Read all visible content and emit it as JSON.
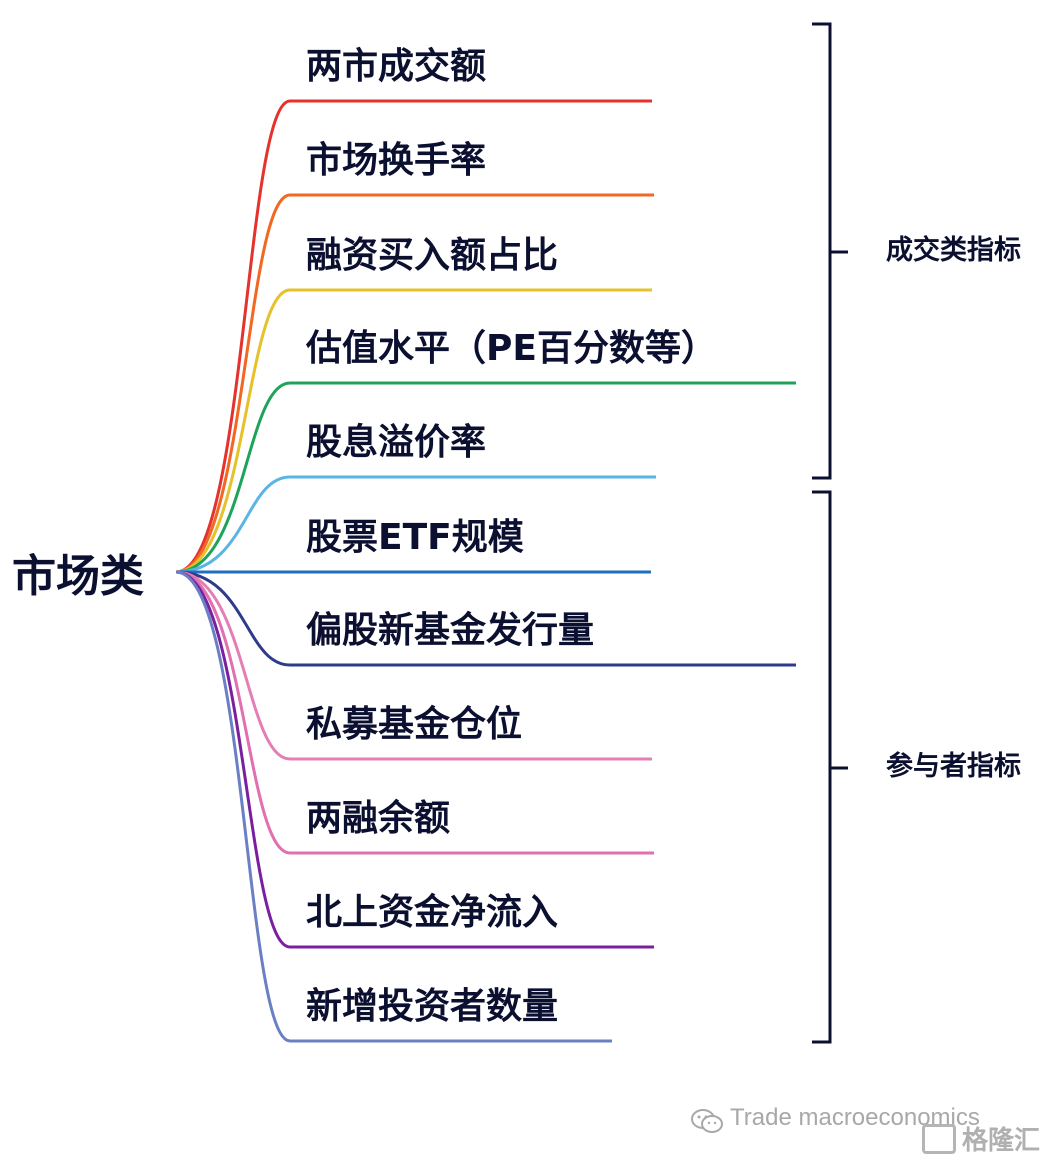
{
  "root": {
    "label": "市场类"
  },
  "branches": [
    {
      "label": "两市成交额",
      "color": "#e5322d"
    },
    {
      "label": "市场换手率",
      "color": "#f26722"
    },
    {
      "label": "融资买入额占比",
      "color": "#e6c12a"
    },
    {
      "label": "估值水平（PE百分数等）",
      "color": "#1fa35b"
    },
    {
      "label": "股息溢价率",
      "color": "#5ab4e6"
    },
    {
      "label": "股票ETF规模",
      "color": "#1f6fbf"
    },
    {
      "label": "偏股新基金发行量",
      "color": "#2e3a8c"
    },
    {
      "label": "私募基金仓位",
      "color": "#e47fb5"
    },
    {
      "label": "两融余额",
      "color": "#e070b0"
    },
    {
      "label": "北上资金净流入",
      "color": "#7a1fa0"
    },
    {
      "label": "新增投资者数量",
      "color": "#6a7fc4"
    }
  ],
  "groups": [
    {
      "label": "成交类指标"
    },
    {
      "label": "参与者指标"
    }
  ],
  "watermark": {
    "icon": "wechat-icon",
    "text": "Trade macroeconomics",
    "logo_text": "格隆汇"
  }
}
